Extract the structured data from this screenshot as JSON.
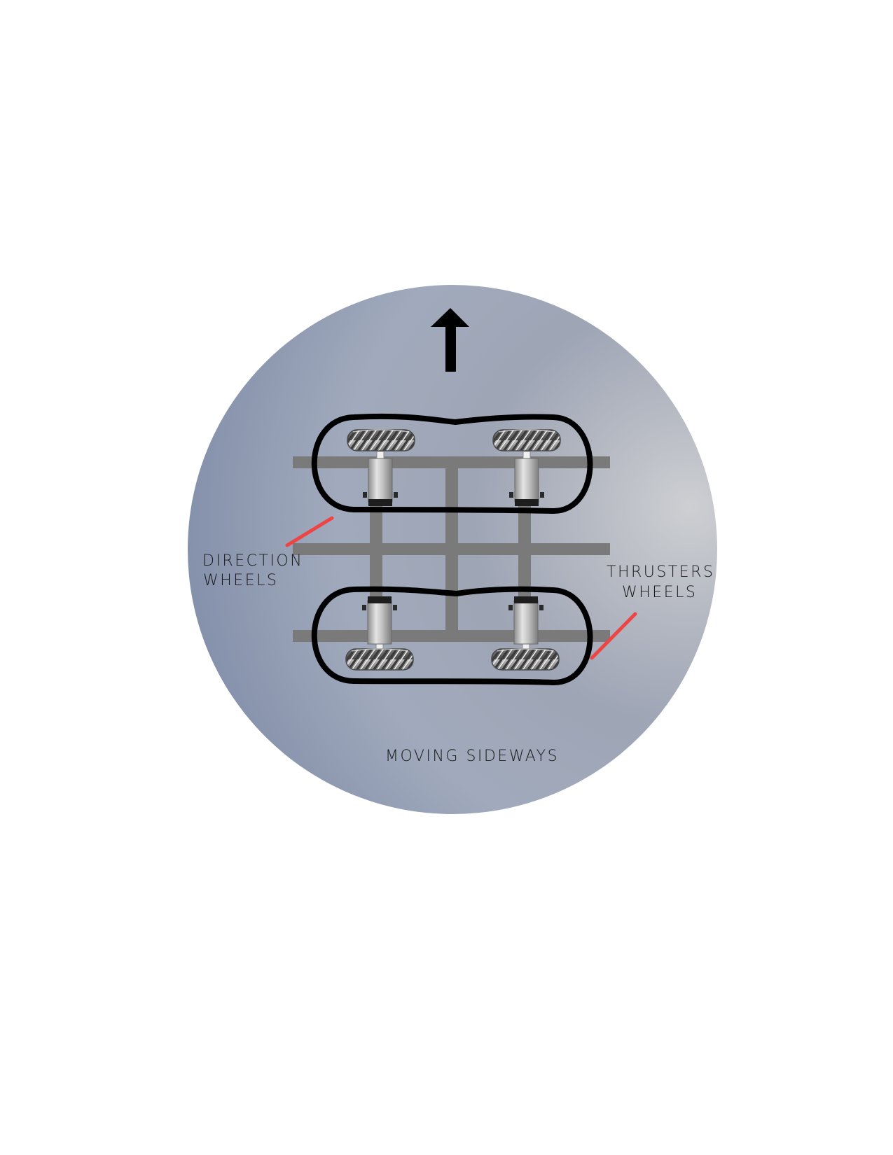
{
  "labels": {
    "direction_line1": "DIRECTION",
    "direction_line2": "WHEELS",
    "thrusters_line1": "THRUSTERS",
    "thrusters_line2": "WHEELS",
    "caption": "MOVING SIDEWAYS"
  },
  "colors": {
    "disc_light": "#c6c8cc",
    "disc_mid": "#a2abbd",
    "disc_dark": "#7a88a5",
    "frame": "#777777",
    "track": "#000000",
    "leader_line": "#ef4444",
    "text": "#1a1a1a"
  },
  "icons": {
    "direction_arrow": "arrow-up-icon",
    "wheel": "gear-wheel-icon",
    "motor": "motor-cylinder-icon"
  }
}
